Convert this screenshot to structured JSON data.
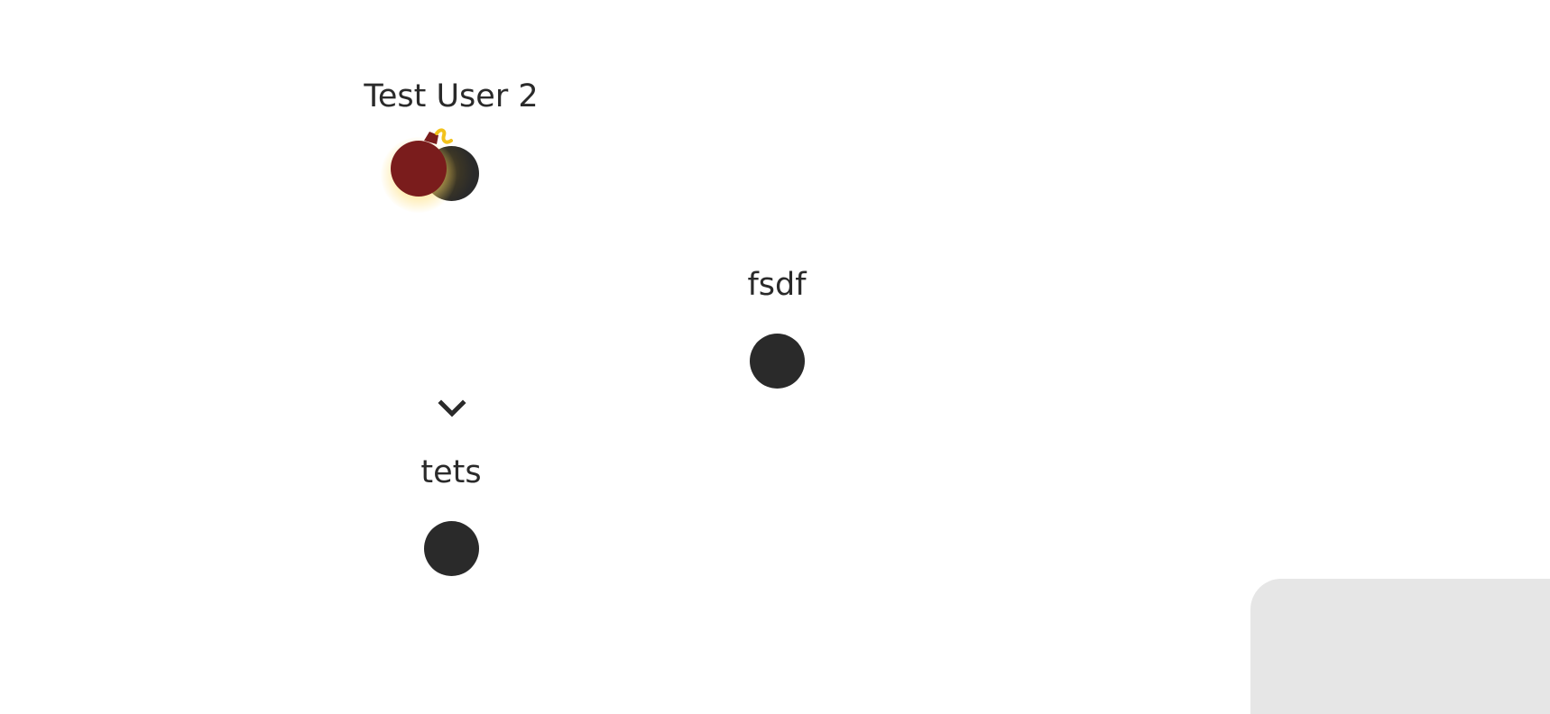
{
  "players": [
    {
      "name": "Test User 2",
      "has_bomb": true
    },
    {
      "name": "fsdf",
      "has_bomb": false
    },
    {
      "name": "tets",
      "has_bomb": false
    }
  ],
  "icons": {
    "bomb": "bomb-icon",
    "turn_indicator": "chevron-down-icon"
  },
  "colors": {
    "bomb_body": "#7a1c1c",
    "bomb_fuse": "#f2c21b",
    "avatar": "#2a2a2a",
    "panel": "#e6e6e6"
  }
}
